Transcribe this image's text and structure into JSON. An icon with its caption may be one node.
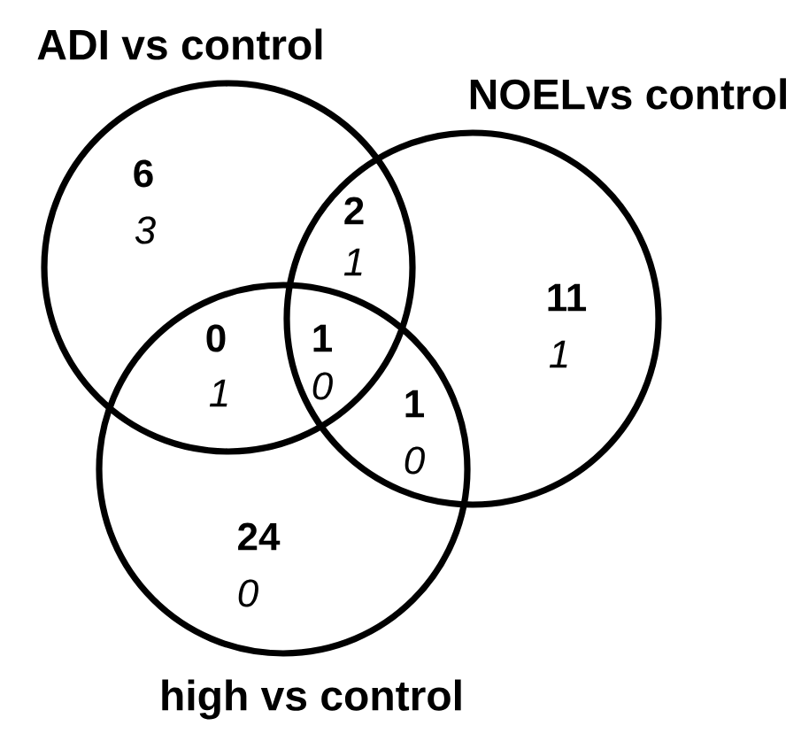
{
  "diagram": {
    "nodes": [
      {
        "text": [
          "ADI vs control"
        ]
      },
      {
        "text": [
          "NOELvs control"
        ]
      },
      {
        "text": [
          "high vs control"
        ]
      }
    ],
    "labels": [
      "6",
      "3",
      "2",
      "1",
      "11",
      "1",
      "0",
      "1",
      "1",
      "0",
      "1",
      "0",
      "24",
      "0"
    ]
  }
}
